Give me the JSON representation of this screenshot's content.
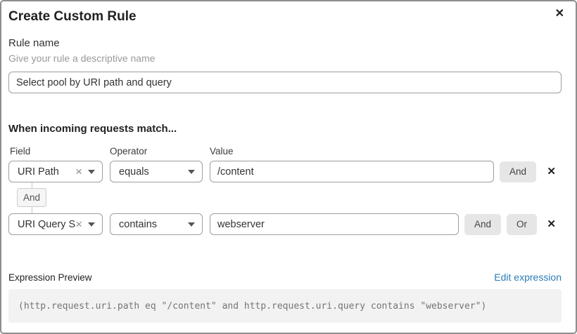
{
  "dialog": {
    "title": "Create Custom Rule"
  },
  "icons": {
    "close": "✕",
    "clear": "×",
    "remove": "✕"
  },
  "rule_name": {
    "label": "Rule name",
    "helper": "Give your rule a descriptive name",
    "value": "Select pool by URI path and query"
  },
  "match_section": {
    "heading": "When incoming requests match...",
    "columns": {
      "field": "Field",
      "operator": "Operator",
      "value": "Value"
    },
    "connector": "And",
    "rows": [
      {
        "field": "URI Path",
        "operator": "equals",
        "value": "/content",
        "and_label": "And"
      },
      {
        "field": "URI Query St...",
        "operator": "contains",
        "value": "webserver",
        "and_label": "And",
        "or_label": "Or"
      }
    ]
  },
  "expression": {
    "label": "Expression Preview",
    "edit_link": "Edit expression",
    "code": "(http.request.uri.path eq \"/content\" and http.request.uri.query contains \"webserver\")"
  },
  "colors": {
    "link_blue": "#2c7cb8",
    "button_bg": "#e6e6e6",
    "code_bg": "#f2f2f2",
    "input_border": "#9e9e9e"
  }
}
